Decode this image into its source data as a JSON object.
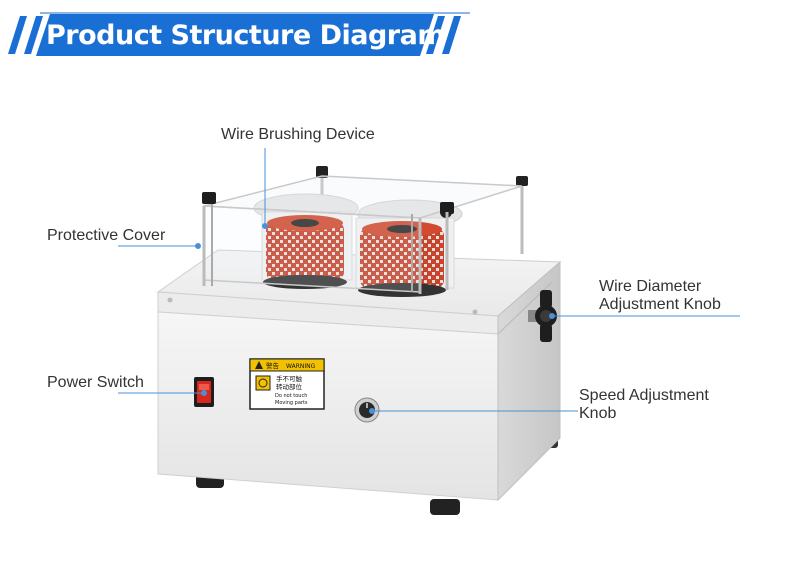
{
  "header": {
    "title": "Product Structure Diagram",
    "accent_color": "#1a6fd4"
  },
  "callouts": {
    "wire_brushing_device": "Wire Brushing Device",
    "protective_cover": "Protective Cover",
    "wire_diameter_line1": "Wire Diameter",
    "wire_diameter_line2": "Adjustment Knob",
    "power_switch": "Power Switch",
    "speed_line1": "Speed Adjustment",
    "speed_line2": "Knob"
  },
  "warning_label": {
    "title_cn": "警告",
    "title_en": "WARNING",
    "text_cn_1": "手不可触",
    "text_cn_2": "转动部位",
    "text_en_1": "Do not touch",
    "text_en_2": "Moving parts"
  },
  "colors": {
    "machine_body": "#f2f2f2",
    "brush_red": "#c8442c",
    "callout_line": "#4a90d9",
    "switch_red": "#d8281e"
  }
}
